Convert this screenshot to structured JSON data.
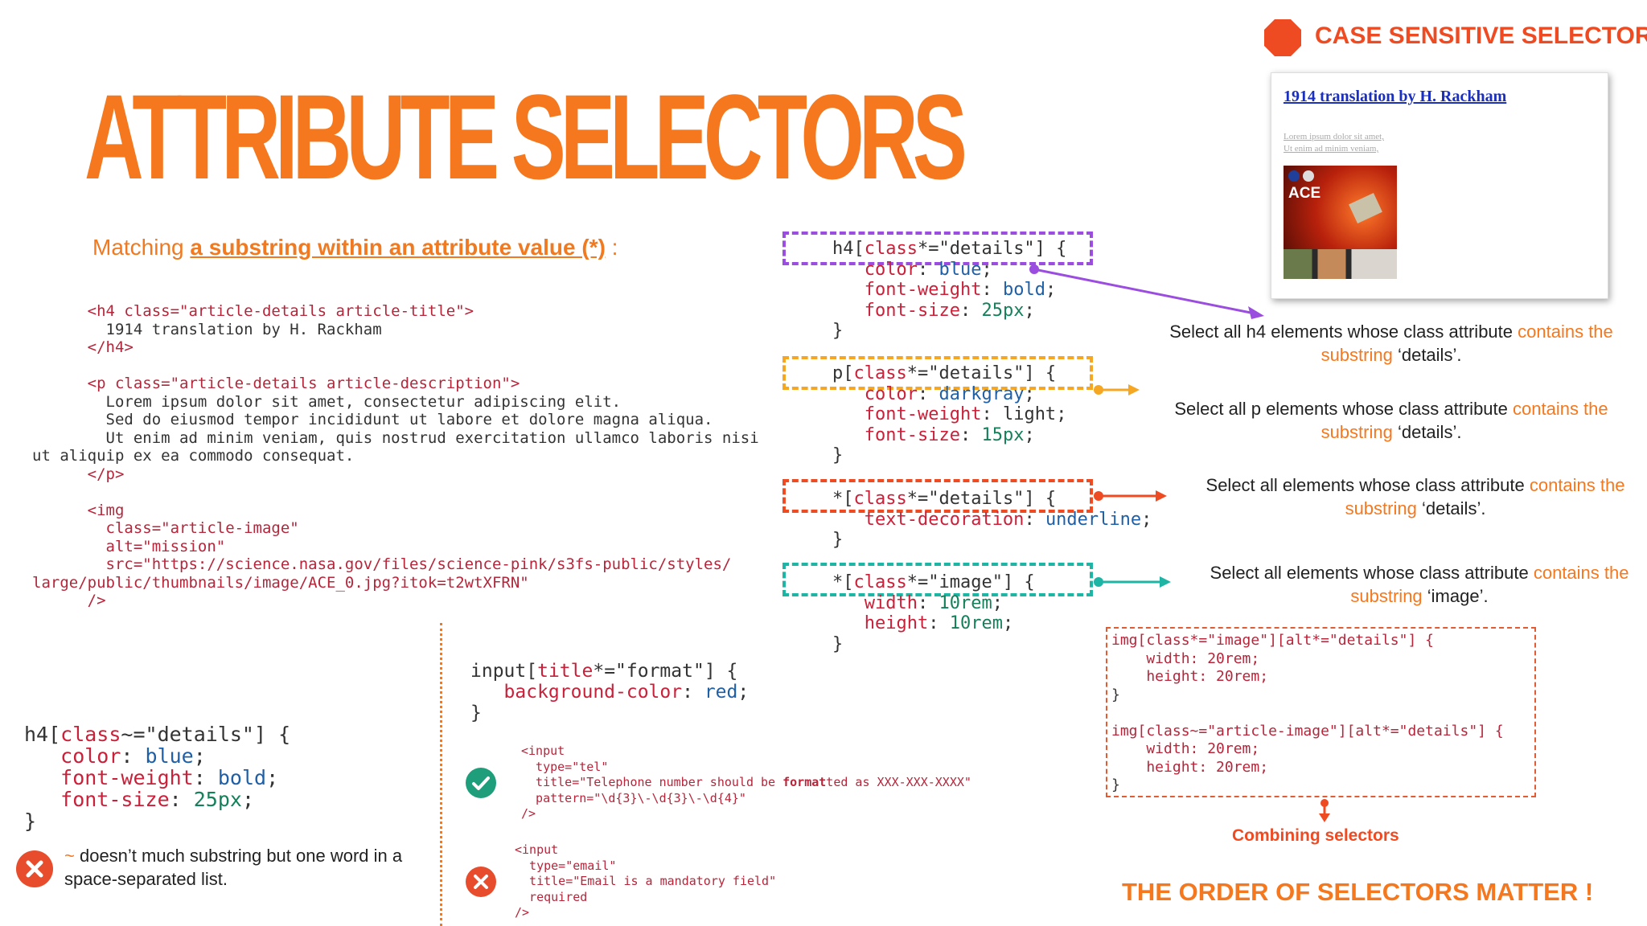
{
  "title": "ATTRIBUTE SELECTORS",
  "subtitle": {
    "prefix": "Matching ",
    "emphasis": "a substring within an attribute value (*)",
    "suffix": " :"
  },
  "html_code": {
    "line1": "<h4 class=\"article-details article-title\">",
    "line2": "  1914 translation by H. Rackham",
    "line3": "</h4>",
    "line4": "<p class=\"article-details article-description\">",
    "line5": "  Lorem ipsum dolor sit amet, consectetur adipiscing elit.",
    "line6": "  Sed do eiusmod tempor incididunt ut labore et dolore magna aliqua.",
    "line7": "  Ut enim ad minim veniam, quis nostrud exercitation ullamco laboris nisi",
    "line8": "ut aliquip ex ea commodo consequat.",
    "line9": "</p>",
    "line10": "<img",
    "line11": "  class=\"article-image\"",
    "line12": "  alt=\"mission\"",
    "line13": "  src=\"https://science.nasa.gov/files/science-pink/s3fs-public/styles/",
    "line14": "large/public/thumbnails/image/ACE_0.jpg?itok=t2wtXFRN\"",
    "line15": "/>"
  },
  "rules": [
    {
      "selector_start": "h4[",
      "selector_attr": "class",
      "selector_op": "*=\"details\"] {",
      "props": [
        [
          "color",
          "blue"
        ],
        [
          "font-weight",
          "bold"
        ],
        [
          "font-size",
          "25px"
        ]
      ],
      "close": "}",
      "description_start": "Select all h4 elements whose class attribute ",
      "description_hl": "contains the substring",
      "description_end": " ‘details’.",
      "color": "#9b4de0"
    },
    {
      "selector_start": "p[",
      "selector_attr": "class",
      "selector_op": "*=\"details\"] {",
      "props": [
        [
          "color",
          "darkgray"
        ],
        [
          "font-weight",
          "light"
        ],
        [
          "font-size",
          "15px"
        ]
      ],
      "close": "}",
      "description_start": "Select all p elements whose class attribute ",
      "description_hl": "contains the substring",
      "description_end": " ‘details’.",
      "color": "#f5a623"
    },
    {
      "selector_start": "*[",
      "selector_attr": "class",
      "selector_op": "*=\"details\"] {",
      "props": [
        [
          "text-decoration",
          "underline"
        ]
      ],
      "close": "}",
      "description_start": "Select all elements whose class attribute ",
      "description_hl": "contains the substring",
      "description_end": " ‘details’.",
      "color": "#ef4b23"
    },
    {
      "selector_start": "*[",
      "selector_attr": "class",
      "selector_op": "*=\"image\"] {",
      "props": [
        [
          "width",
          "10rem"
        ],
        [
          "height",
          "10rem"
        ]
      ],
      "close": "}",
      "description_start": "Select all elements whose class attribute ",
      "description_hl": "contains the substring",
      "description_end": " ‘image’.",
      "color": "#1fb5a5"
    }
  ],
  "case_sensitive": {
    "label": "CASE SENSITIVE SELECTOR",
    "preview_heading": "1914 translation by H. Rackham",
    "preview_text1": "Lorem ipsum dolor sit amet,",
    "preview_text2": "Ut enim ad minim veniam,",
    "image_label": "ACE"
  },
  "tilde_rule": {
    "selector_start": "h4[",
    "selector_attr": "class",
    "selector_op": "~=\"details\"] {",
    "props": [
      [
        "color",
        "blue"
      ],
      [
        "font-weight",
        "bold"
      ],
      [
        "font-size",
        "25px"
      ]
    ],
    "close": "}",
    "note_symbol": "~",
    "note_text": " doesn’t much substring but one word in a space-separated list."
  },
  "input_rule": {
    "selector_start": "input[",
    "selector_attr": "title",
    "selector_op": "*=\"format\"] {",
    "prop": "background-color",
    "value": "red",
    "close": "}",
    "tel_example": {
      "l1": "<input",
      "l2": "  type=\"tel\"",
      "l3a": "  title=\"Telephone number should be ",
      "l3b": "format",
      "l3c": "ted as XXX-XXX-XXXX\"",
      "l4": "  pattern=\"\\d{3}\\-\\d{3}\\-\\d{4}\"",
      "l5": "/>"
    },
    "email_example": {
      "l1": "<input",
      "l2": "  type=\"email\"",
      "l3": "  title=\"Email is a mandatory field\"",
      "l4": "  required",
      "l5": "/>"
    }
  },
  "combining": {
    "line1": "img[class*=\"image\"][alt*=\"details\"] {",
    "line2": "    width: 20rem;",
    "line3": "    height: 20rem;",
    "line4": "}",
    "line5": "img[class~=\"article-image\"][alt*=\"details\"] {",
    "line6": "    width: 20rem;",
    "line7": "    height: 20rem;",
    "line8": "}",
    "label": "Combining selectors",
    "order_note": "THE ORDER OF SELECTORS MATTER !"
  },
  "colors": {
    "accent": "#f5781e",
    "purple": "#9b4de0",
    "orange": "#f5a623",
    "red": "#ef4b23",
    "teal": "#1fb5a5"
  }
}
